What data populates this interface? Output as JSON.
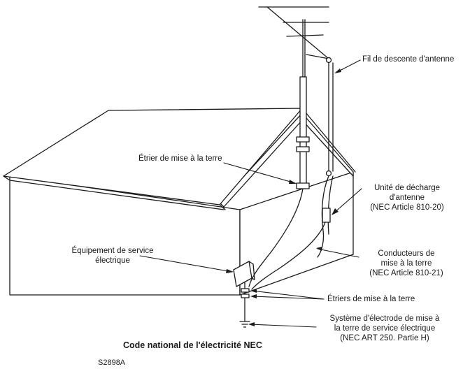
{
  "labels": {
    "lead_in_wire": "Fil de descente d'antenne",
    "ground_clamp": "Étrier de mise à la terre",
    "discharge_unit": [
      "Unité de décharge",
      "d'antenne",
      "(NEC Article 810-20)"
    ],
    "electric_service": [
      "Équipement de service",
      "électrique"
    ],
    "grounding_conductors": [
      "Conducteurs de",
      "mise à la terre",
      "(NEC Article 810-21)"
    ],
    "ground_clamps": "Étriers de mise à la terre",
    "electrode_system": [
      "Système d'électrode de mise à",
      "la terre de service électrique",
      "(NEC ART 250. Partie H)"
    ]
  },
  "footer": {
    "title": "Code national de l'électricité NEC",
    "code": "S2898A"
  },
  "colors": {
    "line": "#1a1a1a",
    "wall": "#ffffff"
  }
}
